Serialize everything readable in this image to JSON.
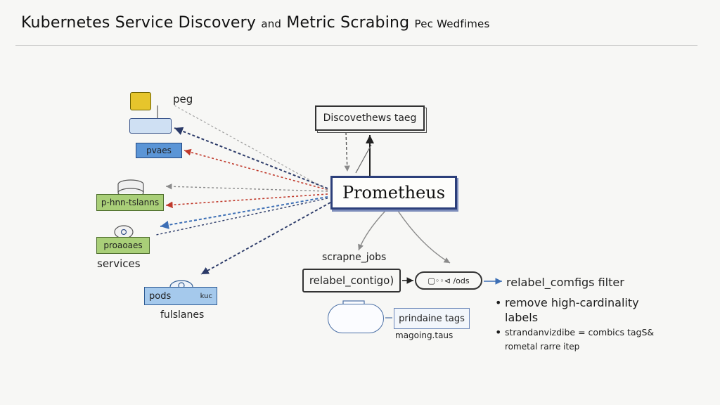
{
  "title": {
    "part1": "Kubernetes Service Discovery",
    "part2": "and",
    "part3": "Metric Scrabing",
    "part4": "Pec Wedfimes"
  },
  "nodes": {
    "discover": "Discovethews taeg",
    "prometheus": "Prometheus",
    "relabel": "relabel_contigo)",
    "oval": "▢◦◦⊲ /ods",
    "primary_tags": "prindaine tags",
    "k_blue": "pvaes",
    "k_green1": "p-hnn-tslanns",
    "k_green2": "proaoaes",
    "k_pods_left": "pods",
    "k_pods_right": "kuc"
  },
  "labels": {
    "peg": "peg",
    "services": "services",
    "clusters": "fulslanes",
    "scrape_jobs": "scrapne_jobs",
    "relabel_filter": "relabel_comfigs filter",
    "mapping_tags": "magoing.taus"
  },
  "bullets": {
    "b1_line1": "remove high-cardinality",
    "b1_line2": "labels",
    "b2_line1": "strandanvizdibe = combics tagS&",
    "b2_line2": "rometal rarre itep"
  },
  "colors": {
    "prometheus_border": "#2c3f7a",
    "arrow_navy": "#2b3a68",
    "arrow_red": "#c0392b",
    "arrow_blue": "#3d6fb5",
    "arrow_gray": "#8a8a8a",
    "node_green": "#a9cf78",
    "node_blue": "#5b95d6",
    "node_yellow": "#e6c52c"
  }
}
